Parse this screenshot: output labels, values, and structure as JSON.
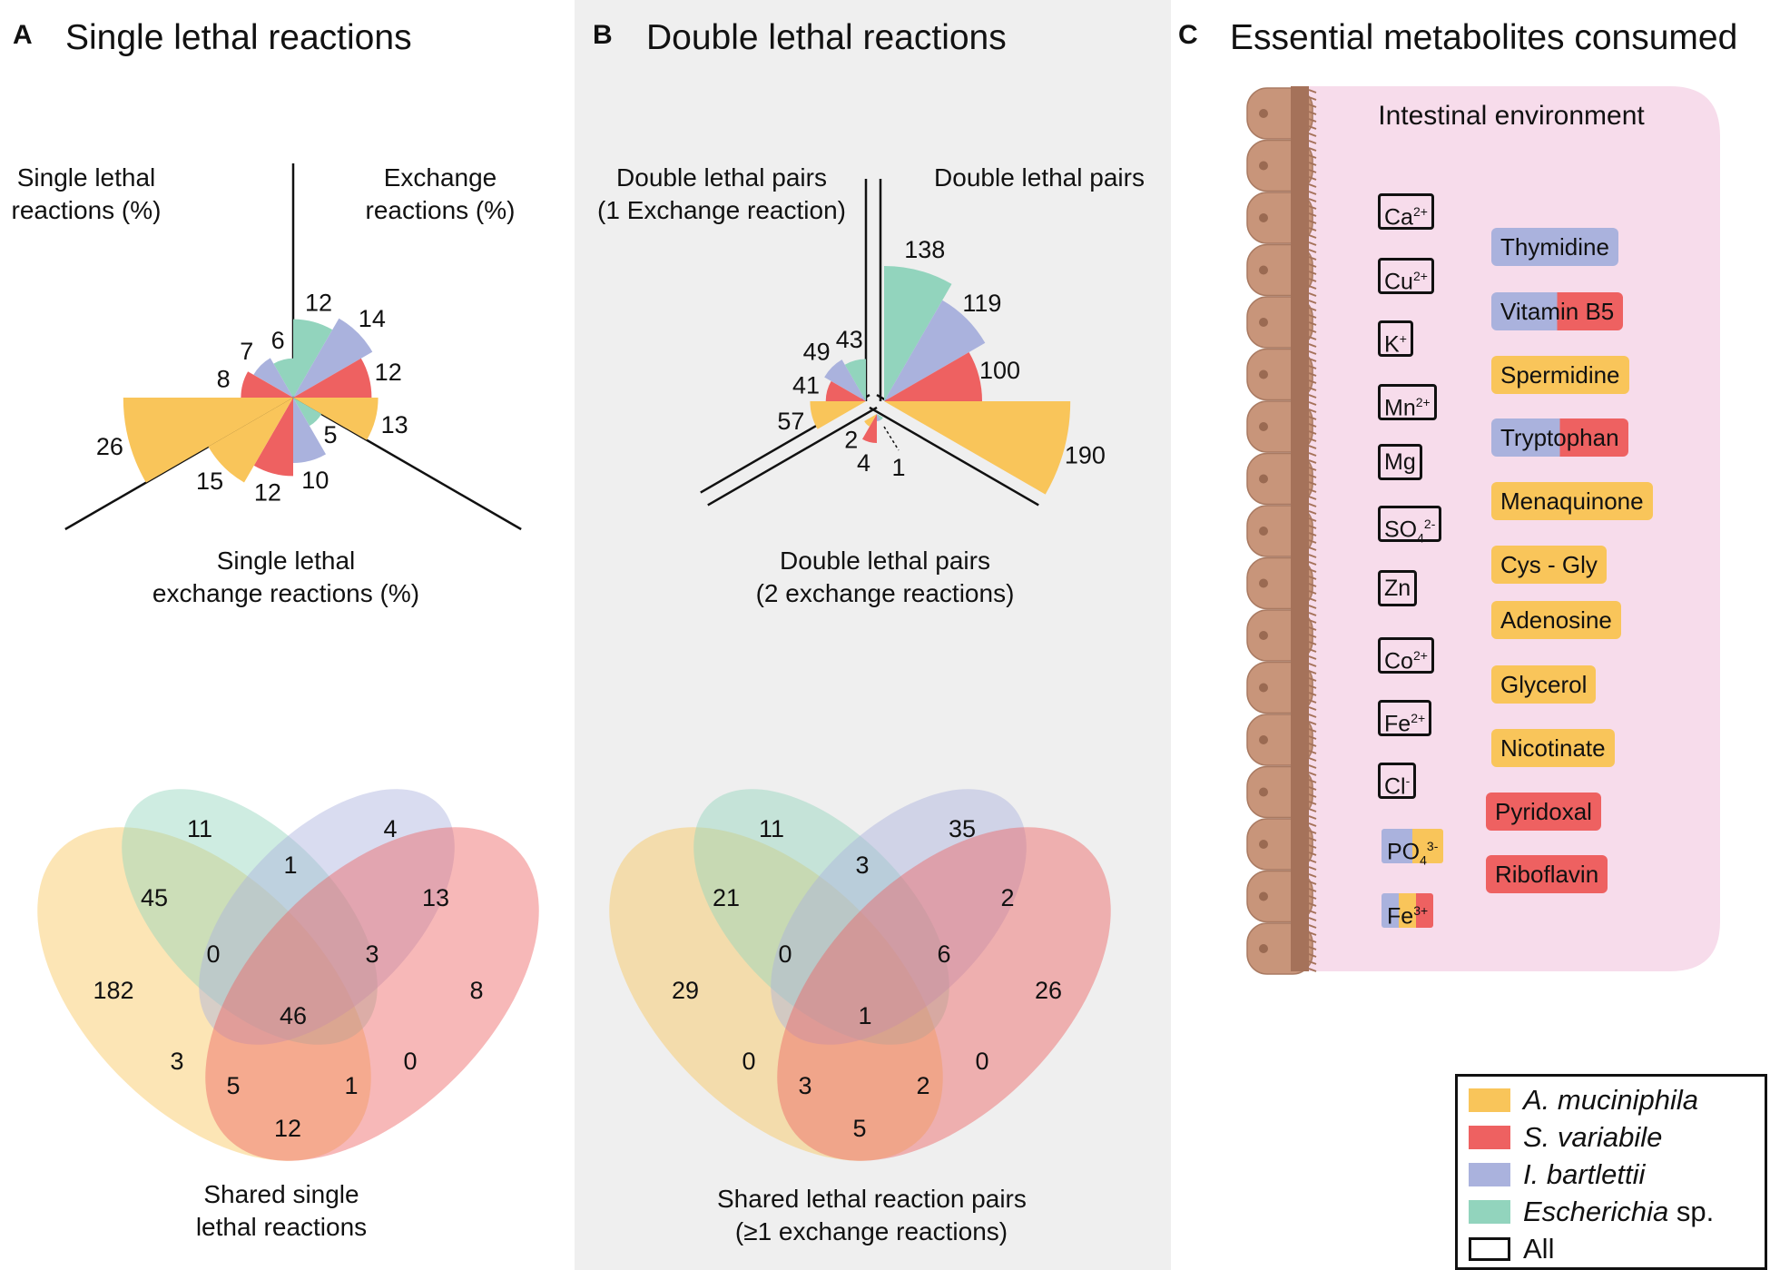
{
  "colors": {
    "akk": "#f9c55a",
    "sv": "#ee6161",
    "ib": "#aab2dd",
    "esc": "#92d4bd",
    "panel_b_bg": "#efefef",
    "intestine": "#f7dceb",
    "villi": "#c8957a"
  },
  "panelA": {
    "letter": "A",
    "title": "Single lethal reactions",
    "axis_labels": {
      "left": [
        "Single lethal",
        "reactions (%)"
      ],
      "right": [
        "Exchange",
        "reactions (%)"
      ],
      "bottom": [
        "Single lethal",
        "exchange reactions (%)"
      ]
    },
    "venn_caption": [
      "Shared single",
      "lethal reactions"
    ]
  },
  "panelB": {
    "letter": "B",
    "title": "Double lethal reactions",
    "axis_labels": {
      "left": [
        "Double lethal pairs",
        "(1 Exchange reaction)"
      ],
      "right": [
        "Double lethal pairs"
      ],
      "bottom": [
        "Double lethal pairs",
        "(2 exchange reactions)"
      ]
    },
    "venn_caption": [
      "Shared lethal reaction pairs",
      "(≥1 exchange reactions)"
    ]
  },
  "panelC": {
    "letter": "C",
    "title": "Essential metabolites consumed",
    "env_title": "Intestinal environment",
    "ions": [
      {
        "base": "Ca",
        "sup": "2+",
        "sub": ""
      },
      {
        "base": "Cu",
        "sup": "2+",
        "sub": ""
      },
      {
        "base": "K",
        "sup": "+",
        "sub": ""
      },
      {
        "base": "Mn",
        "sup": "2+",
        "sub": ""
      },
      {
        "base": "Mg",
        "sup": "",
        "sub": ""
      },
      {
        "base": "SO",
        "sup": "2-",
        "sub": "4"
      },
      {
        "base": "Zn",
        "sup": "",
        "sub": ""
      },
      {
        "base": "Co",
        "sup": "2+",
        "sub": ""
      },
      {
        "base": "Fe",
        "sup": "2+",
        "sub": ""
      },
      {
        "base": "Cl",
        "sup": "-",
        "sub": ""
      }
    ],
    "special_ions": [
      {
        "base": "PO",
        "sup": "3-",
        "sub": "4",
        "colors": [
          "ib",
          "akk"
        ]
      },
      {
        "base": "Fe",
        "sup": "3+",
        "sub": "",
        "colors": [
          "ib",
          "akk",
          "sv"
        ]
      }
    ],
    "metabolites": [
      {
        "name": "Thymidine",
        "colors": [
          "ib"
        ]
      },
      {
        "name": "Vitamin B5",
        "colors": [
          "ib",
          "sv"
        ]
      },
      {
        "name": "Spermidine",
        "colors": [
          "akk"
        ]
      },
      {
        "name": "Tryptophan",
        "colors": [
          "ib",
          "sv"
        ]
      },
      {
        "name": "Menaquinone",
        "colors": [
          "akk"
        ]
      },
      {
        "name": "Cys - Gly",
        "colors": [
          "akk"
        ]
      },
      {
        "name": "Adenosine",
        "colors": [
          "akk"
        ]
      },
      {
        "name": "Glycerol",
        "colors": [
          "akk"
        ]
      },
      {
        "name": "Nicotinate",
        "colors": [
          "akk"
        ]
      },
      {
        "name": "Pyridoxal",
        "colors": [
          "sv"
        ]
      },
      {
        "name": "Riboflavin",
        "colors": [
          "sv"
        ]
      }
    ]
  },
  "legend": [
    {
      "name": "A. muciniphila",
      "suffix": "",
      "italic": true,
      "color": "akk"
    },
    {
      "name": "S. variabile",
      "suffix": "",
      "italic": true,
      "color": "sv"
    },
    {
      "name": "I. bartlettii",
      "suffix": "",
      "italic": true,
      "color": "ib"
    },
    {
      "name": "Escherichia",
      "suffix": " sp.",
      "italic": true,
      "color": "esc"
    },
    {
      "name": "All",
      "suffix": "",
      "italic": false,
      "color": "none"
    }
  ],
  "chart_data": [
    {
      "type": "polar-bar",
      "panel": "A",
      "sectors": [
        {
          "name": "Single lethal reactions (%)",
          "values": {
            "esc": 6,
            "ib": 7,
            "sv": 8,
            "akk": 26
          }
        },
        {
          "name": "Exchange reactions (%)",
          "values": {
            "esc": 12,
            "ib": 14,
            "sv": 12,
            "akk": 13
          }
        },
        {
          "name": "Single lethal exchange reactions (%)",
          "values": {
            "esc": 5,
            "ib": 10,
            "sv": 12,
            "akk": 15
          }
        }
      ]
    },
    {
      "type": "polar-bar",
      "panel": "B",
      "sectors": [
        {
          "name": "Double lethal pairs (1 Exchange reaction)",
          "values": {
            "esc": 43,
            "ib": 49,
            "sv": 41,
            "akk": 57
          }
        },
        {
          "name": "Double lethal pairs",
          "values": {
            "esc": 138,
            "ib": 119,
            "sv": 100,
            "akk": 190
          }
        },
        {
          "name": "Double lethal pairs (2 exchange reactions)",
          "values": {
            "esc": 1,
            "ib": 1,
            "sv": 4,
            "akk": 2
          }
        }
      ]
    },
    {
      "type": "venn",
      "panel": "A",
      "sets": [
        "akk",
        "esc",
        "ib",
        "sv"
      ],
      "regions": {
        "akk": 182,
        "esc": 11,
        "ib": 4,
        "sv": 8,
        "akk_esc": 45,
        "esc_ib": 1,
        "ib_sv": 13,
        "akk_sv": 12,
        "akk_ib": 3,
        "esc_sv": 0,
        "akk_esc_ib": 0,
        "esc_ib_sv": 3,
        "akk_ib_sv": 1,
        "akk_esc_sv": 5,
        "all": 46
      }
    },
    {
      "type": "venn",
      "panel": "B",
      "sets": [
        "akk",
        "esc",
        "ib",
        "sv"
      ],
      "regions": {
        "akk": 29,
        "esc": 11,
        "ib": 35,
        "sv": 26,
        "akk_esc": 21,
        "esc_ib": 3,
        "ib_sv": 2,
        "akk_sv": 5,
        "akk_ib": 0,
        "esc_sv": 0,
        "akk_esc_ib": 0,
        "esc_ib_sv": 6,
        "akk_ib_sv": 2,
        "akk_esc_sv": 3,
        "all": 1
      }
    }
  ]
}
